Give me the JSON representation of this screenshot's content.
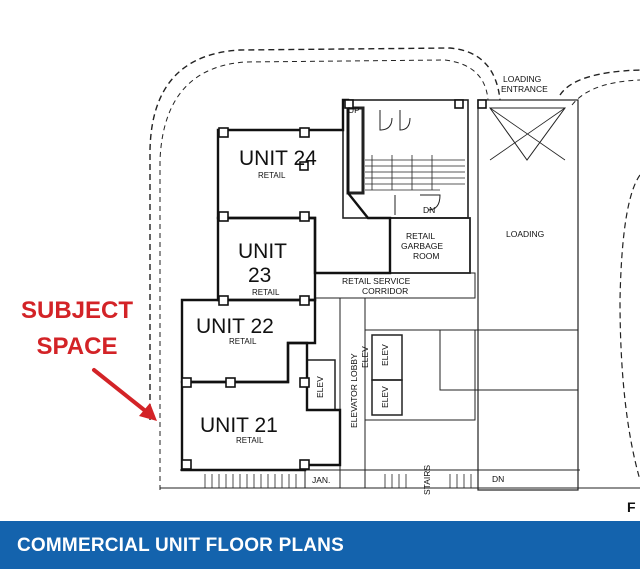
{
  "annotation": {
    "subject_line1": "SUBJECT",
    "subject_line2": "SPACE",
    "color": "#d32327"
  },
  "footer": {
    "title": "COMMERCIAL UNIT FLOOR PLANS",
    "background": "#1463ad"
  },
  "plan": {
    "units": [
      {
        "name": "UNIT 24",
        "sub": "RETAIL"
      },
      {
        "name": "UNIT 23",
        "sub": "RETAIL"
      },
      {
        "name": "UNIT 22",
        "sub": "RETAIL"
      },
      {
        "name": "UNIT 21",
        "sub": "RETAIL"
      }
    ],
    "unit23_line1": "UNIT",
    "unit23_line2": "23",
    "labels": {
      "loading_entrance_1": "LOADING",
      "loading_entrance_2": "ENTRANCE",
      "loading": "LOADING",
      "garbage_1": "RETAIL",
      "garbage_2": "GARBAGE",
      "garbage_3": "ROOM",
      "corridor_1": "RETAIL SERVICE",
      "corridor_2": "CORRIDOR",
      "elevator_lobby": "ELEVATOR LOBBY",
      "up": "UP",
      "dn_top": "DN",
      "dn_bottom": "DN",
      "elev_1": "ELEV",
      "elev_2": "ELEV",
      "elev_3": "ELEV",
      "elev_4": "ELEV",
      "jan": "JAN.",
      "stairs": "STAIRS",
      "edge_f": "F"
    }
  }
}
